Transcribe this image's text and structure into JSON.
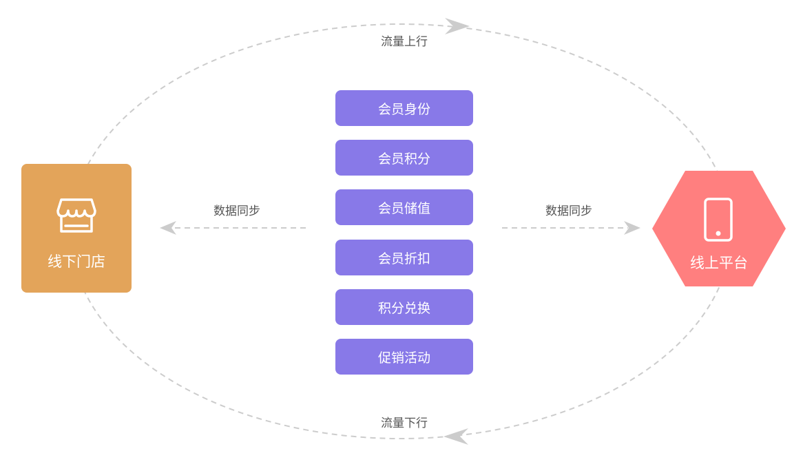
{
  "diagram": {
    "flow_up_label": "流量上行",
    "flow_down_label": "流量下行",
    "sync_left_label": "数据同步",
    "sync_right_label": "数据同步",
    "offline_store": {
      "label": "线下门店",
      "icon": "storefront-icon",
      "color": "#e3a45a"
    },
    "online_platform": {
      "label": "线上平台",
      "icon": "smartphone-icon",
      "color": "#ff7f7f"
    },
    "features": [
      {
        "label": "会员身份"
      },
      {
        "label": "会员积分"
      },
      {
        "label": "会员储值"
      },
      {
        "label": "会员折扣"
      },
      {
        "label": "积分兑换"
      },
      {
        "label": "促销活动"
      }
    ],
    "feature_color": "#8879e8",
    "connector_color": "#cccccc"
  }
}
